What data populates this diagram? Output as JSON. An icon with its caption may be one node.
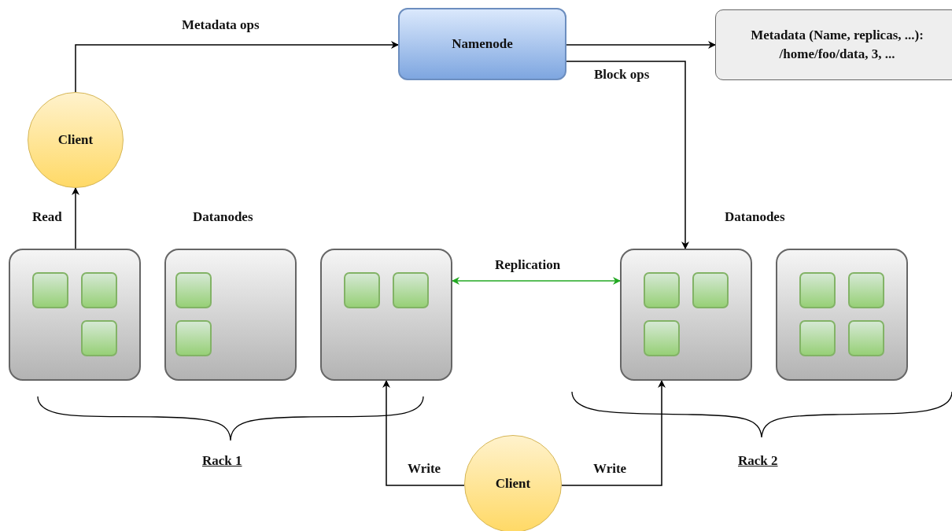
{
  "diagram": {
    "nodes": [
      {
        "text": [
          "Namenode"
        ]
      },
      {
        "text": [
          "Metadata (Name, replicas, ...): /home/foo/data, 3, ..."
        ]
      },
      {
        "text": [
          "Client"
        ]
      },
      {
        "text": [],
        "shape": "box"
      },
      {
        "text": [],
        "shape": "box"
      },
      {
        "text": [],
        "shape": "box"
      },
      {
        "text": [],
        "shape": "box"
      },
      {
        "text": [],
        "shape": "box"
      },
      {
        "text": [
          "Client"
        ]
      }
    ],
    "edges": [
      {
        "from": 2,
        "to": 0,
        "arrow": "to",
        "label": "Metadata ops"
      },
      {
        "from": 0,
        "to": 1,
        "arrow": "to"
      },
      {
        "from": 0,
        "to": 6,
        "arrow": "to",
        "label": "Block ops"
      },
      {
        "from": 3,
        "to": 2,
        "arrow": "to",
        "label": "Read"
      },
      {
        "from": 5,
        "to": 6,
        "arrow": "both",
        "label": "Replication",
        "color": "#22a822"
      },
      {
        "from": 8,
        "to": 5,
        "arrow": "to",
        "label": "Write"
      },
      {
        "from": 8,
        "to": 6,
        "arrow": "to",
        "label": "Write"
      }
    ],
    "labels": [
      "Datanodes",
      "Datanodes",
      "Rack 1",
      "Rack 2"
    ]
  }
}
